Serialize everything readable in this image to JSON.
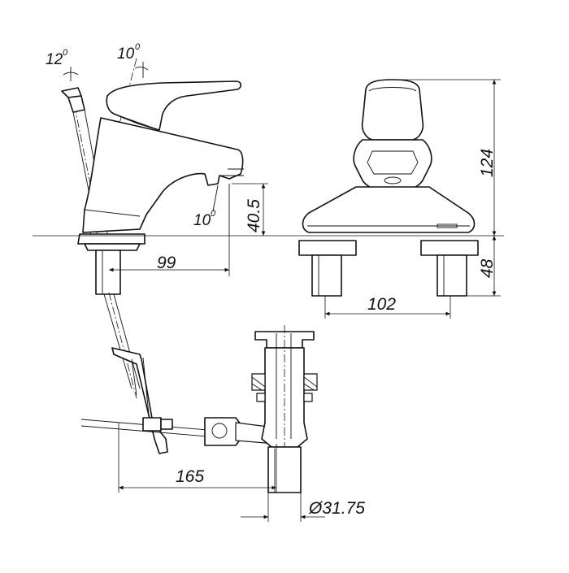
{
  "drawing": {
    "side_view": {
      "lever_tilt_angle": "12",
      "handle_tilt_angle": "10",
      "spout_angle": "10",
      "spout_height": "40.5",
      "spout_reach": "99",
      "degree_mark": "0"
    },
    "front_view": {
      "total_height": "124",
      "shank_length": "48",
      "shank_spacing": "102"
    },
    "waste_view": {
      "rod_reach": "165",
      "tail_diameter": "Ø31.75"
    }
  }
}
